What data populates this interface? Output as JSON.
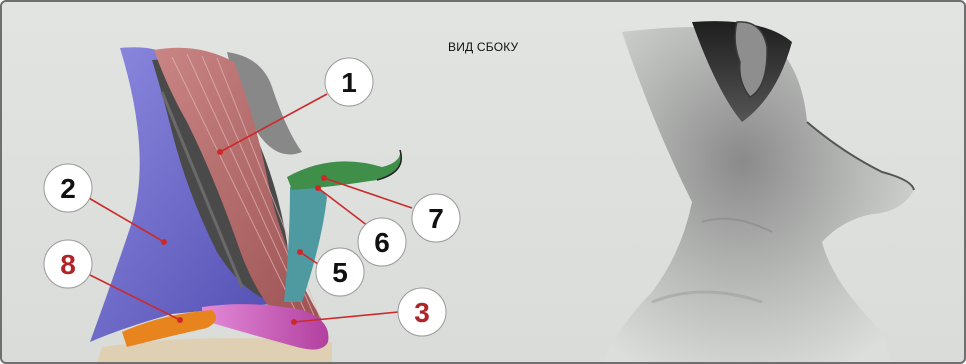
{
  "figure": {
    "title": "ВИД СБОКУ"
  },
  "labels": [
    {
      "id": "label-1",
      "number": "1",
      "color": "#111111"
    },
    {
      "id": "label-2",
      "number": "2",
      "color": "#111111"
    },
    {
      "id": "label-3",
      "number": "3",
      "color": "#b02428"
    },
    {
      "id": "label-5",
      "number": "5",
      "color": "#111111"
    },
    {
      "id": "label-6",
      "number": "6",
      "color": "#111111"
    },
    {
      "id": "label-7",
      "number": "7",
      "color": "#111111"
    },
    {
      "id": "label-8",
      "number": "8",
      "color": "#b02428"
    }
  ],
  "colors": {
    "background": "#dfe1df",
    "border": "#6f6f6f",
    "leader_line": "#cc2a2a",
    "muscle_red": "#b6696a",
    "muscle_blue": "#6a66c8",
    "muscle_dark": "#4a4a4a",
    "muscle_green": "#3f8e4a",
    "muscle_teal": "#4f9aa0",
    "bone_orange": "#e8841e",
    "bone_magenta": "#cc57c4"
  }
}
